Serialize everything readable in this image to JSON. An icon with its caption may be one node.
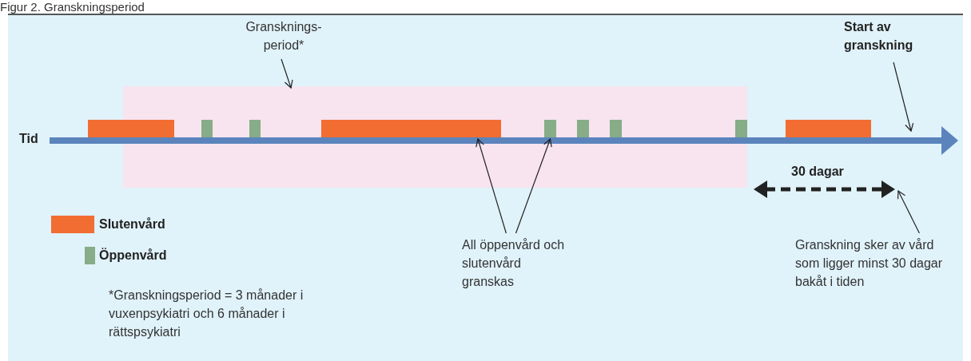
{
  "diagram": {
    "title": "Figur 2. Granskningsperiod",
    "nodes": [
      {
        "text": [
          "Gransknings- period*"
        ]
      },
      {
        "text": [],
        "shape": "box"
      },
      {
        "text": [],
        "shape": "bar"
      },
      {
        "text": [],
        "shape": "bar",
        "in": 1
      },
      {
        "text": [],
        "shape": "bar",
        "in": 1
      },
      {
        "text": [],
        "shape": "bar",
        "in": 1
      },
      {
        "text": [],
        "shape": "bar",
        "in": 1
      },
      {
        "text": [],
        "shape": "bar",
        "in": 1
      },
      {
        "text": [],
        "shape": "bar",
        "in": 1
      },
      {
        "text": [],
        "shape": "bar",
        "in": 1
      },
      {
        "text": [],
        "shape": "bar"
      },
      {
        "text": [
          "Start av granskning"
        ]
      },
      {
        "text": [
          "All öppenvård och slutenvård granskas"
        ]
      },
      {
        "text": [
          "Granskning sker av vård som ligger minst 30 dagar bakåt i tiden"
        ]
      }
    ],
    "edges": [
      {
        "from": 0,
        "to": 1,
        "arrow": "to"
      },
      {
        "from": 11,
        "to": null,
        "arrow": "to"
      },
      {
        "from": 12,
        "to": 5,
        "arrow": "to"
      },
      {
        "from": 12,
        "to": 6,
        "arrow": "to"
      },
      {
        "from": 13,
        "to": null,
        "arrow": "to"
      }
    ],
    "labels": [
      "Tid",
      "30 dagar",
      "*Granskningsperiod = 3 månader i vuxenpsykiatri och 6 månader i rättspsykiatri"
    ],
    "legend": [
      {
        "text": "Slutenvård",
        "color": "#f26d32"
      },
      {
        "text": "Öppenvård",
        "color": "#86ad87"
      }
    ]
  }
}
